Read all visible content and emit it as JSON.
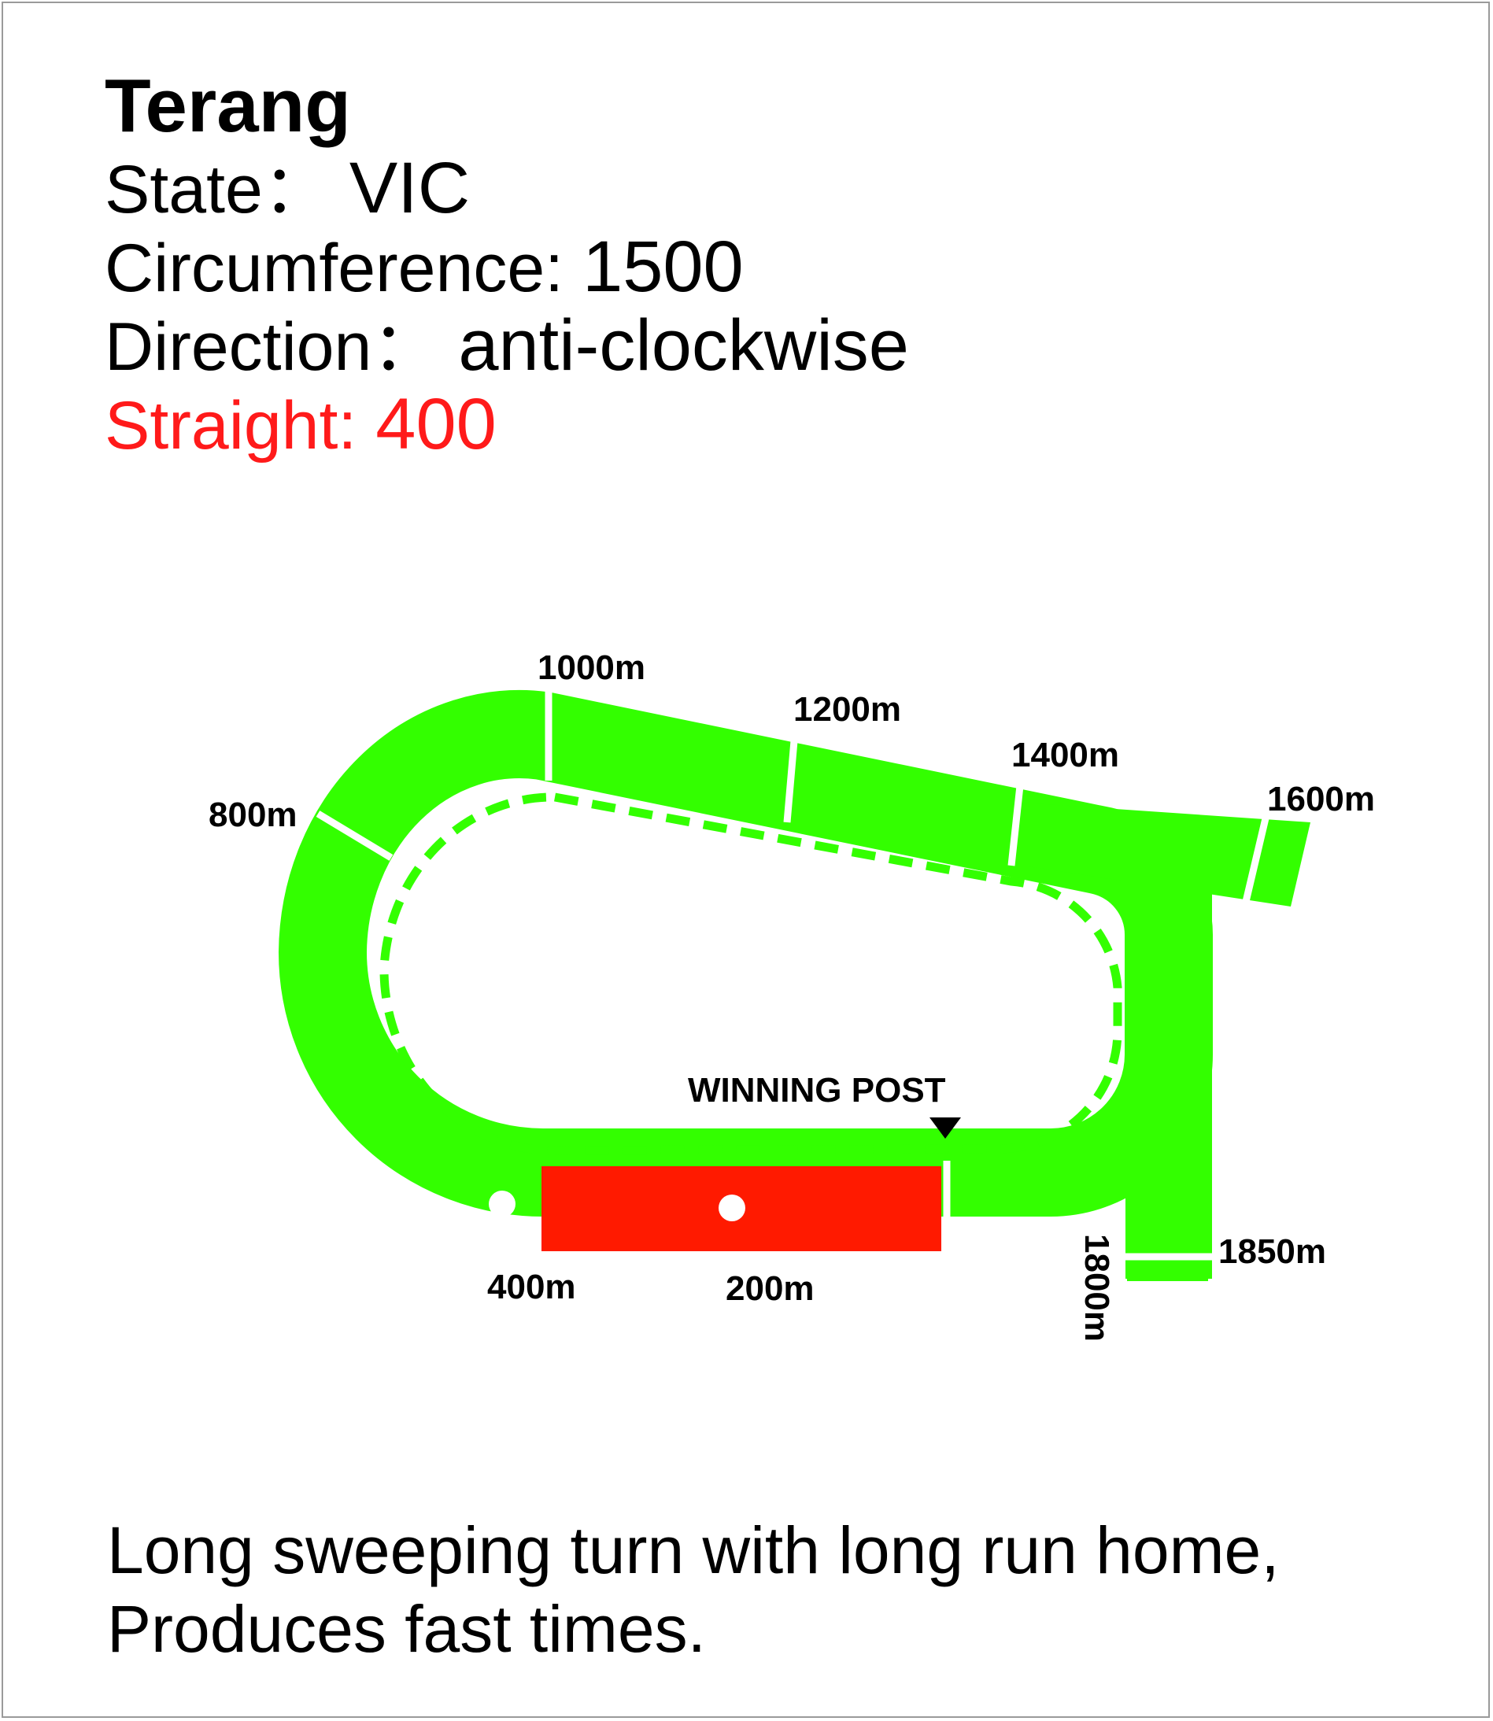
{
  "track": {
    "name": "Terang",
    "state_label": "State：",
    "state_value": "VIC",
    "circumference_label": "Circumference:",
    "circumference_value": "1500",
    "direction_label": "Direction：",
    "direction_value": "anti-clockwise",
    "straight_label": "Straight:",
    "straight_value": "400"
  },
  "map": {
    "winning_post_label": "WINNING POST",
    "markers": [
      "1000m",
      "1200m",
      "1400m",
      "1600m",
      "800m",
      "400m",
      "200m",
      "1800m",
      "1850m"
    ],
    "colors": {
      "track": "#33ff00",
      "straight": "#ff1a00",
      "inner_rail": "#33ff00",
      "post_marker": "#000000"
    }
  },
  "description": {
    "line1": "Long sweeping turn with long run home,",
    "line2": "Produces fast times."
  }
}
